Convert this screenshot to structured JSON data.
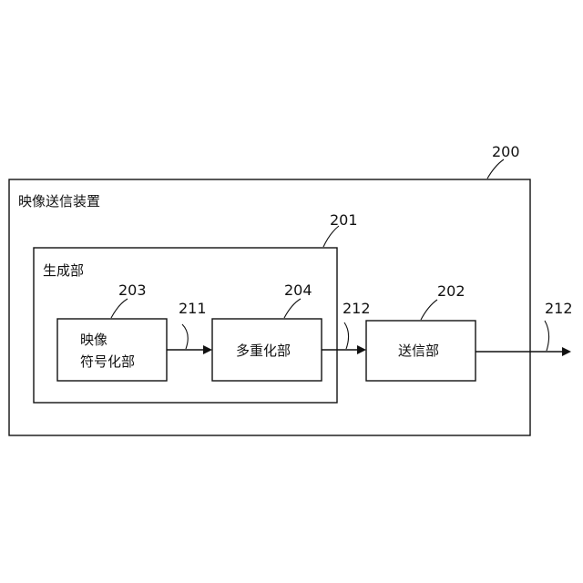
{
  "device": {
    "ref": "200",
    "label": "映像送信装置"
  },
  "generator": {
    "ref": "201",
    "label": "生成部"
  },
  "encoder": {
    "ref": "203",
    "label_line1": "映像",
    "label_line2": "符号化部"
  },
  "multiplexer": {
    "ref": "204",
    "label": "多重化部"
  },
  "transmitter": {
    "ref": "202",
    "label": "送信部"
  },
  "signals": {
    "encoded": "211",
    "multiplexed": "212",
    "output": "212"
  }
}
